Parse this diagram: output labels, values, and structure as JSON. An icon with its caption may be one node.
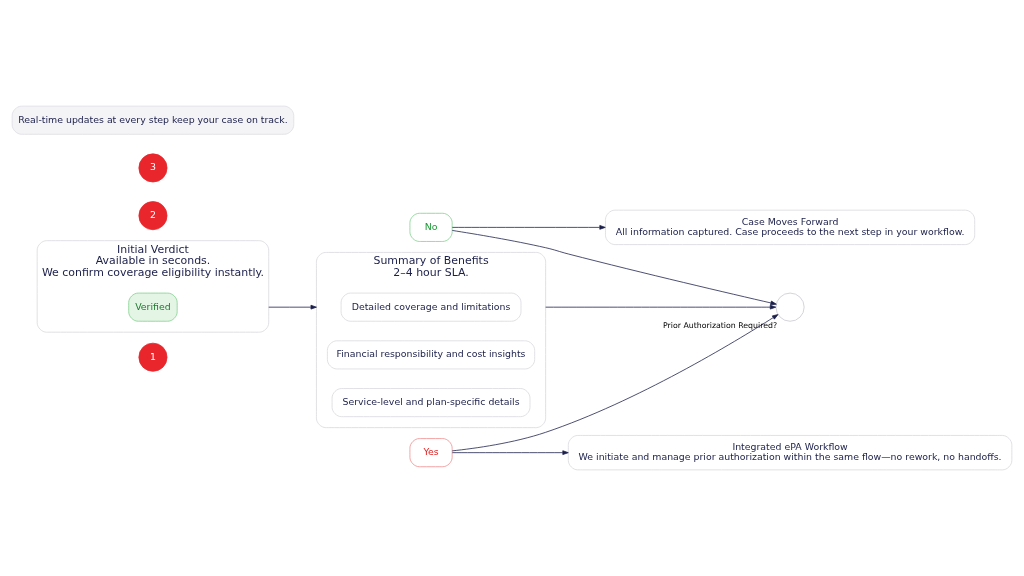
{
  "diagram": {
    "nodes": [
      {
        "text": [
          "1"
        ]
      },
      {
        "text": [
          "Initial Verdict",
          "Available in seconds.",
          "We confirm coverage eligibility instantly."
        ]
      },
      {
        "text": [
          "Verified"
        ],
        "in": 1
      },
      {
        "text": [
          "2"
        ]
      },
      {
        "text": [
          "Summary of Benefits",
          "2–4 hour SLA."
        ]
      },
      {
        "text": [
          "Detailed coverage and limitations"
        ],
        "in": 4
      },
      {
        "text": [
          "Financial responsibility and cost insights"
        ],
        "in": 4
      },
      {
        "text": [
          "Service-level and plan-specific details"
        ],
        "in": 4
      },
      {
        "text": [],
        "shape": "circle",
        "beside": [
          "Prior Authorization Required?"
        ]
      },
      {
        "text": [
          "No"
        ]
      },
      {
        "text": [
          "Yes"
        ]
      },
      {
        "text": [
          "3"
        ]
      },
      {
        "text": [
          "Case Moves Forward",
          "All information captured. Case proceeds to the next step in your workflow."
        ]
      },
      {
        "text": [
          "Integrated ePA Workflow",
          "We initiate and manage prior authorization within the same flow—no rework, no handoffs."
        ]
      },
      {
        "text": [
          "Real-time updates at every step keep your case on track."
        ]
      }
    ],
    "edges": [
      {
        "from": 1,
        "to": 4,
        "arrow": "to"
      },
      {
        "from": 4,
        "to": 8,
        "arrow": "to"
      },
      {
        "from": 9,
        "to": 8,
        "arrow": "to"
      },
      {
        "from": 9,
        "to": 12,
        "arrow": "to"
      },
      {
        "from": 10,
        "to": 8,
        "arrow": "to"
      },
      {
        "from": 10,
        "to": 13,
        "arrow": "to"
      }
    ]
  }
}
